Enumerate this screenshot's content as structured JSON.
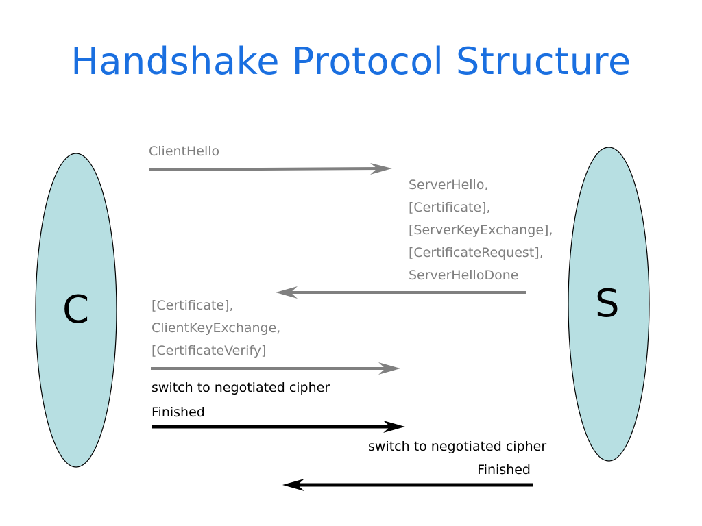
{
  "title": "Handshake Protocol Structure",
  "client": {
    "label": "C"
  },
  "server": {
    "label": "S"
  },
  "messages": {
    "client_hello": "ClientHello",
    "server_block": [
      "ServerHello,",
      "[Certificate],",
      "[ServerKeyExchange],",
      "[CertificateRequest],",
      "ServerHelloDone"
    ],
    "client_block": [
      "[Certificate],",
      "ClientKeyExchange,",
      "[CertificateVerify]"
    ],
    "client_switch": "switch to negotiated cipher",
    "client_finished": "Finished",
    "server_switch": "switch to negotiated cipher",
    "server_finished": "Finished"
  },
  "colors": {
    "title": "#1a6fe0",
    "ellipse_fill": "#b7dfe2",
    "gray_arrow": "#808080",
    "black_arrow": "#000000"
  }
}
